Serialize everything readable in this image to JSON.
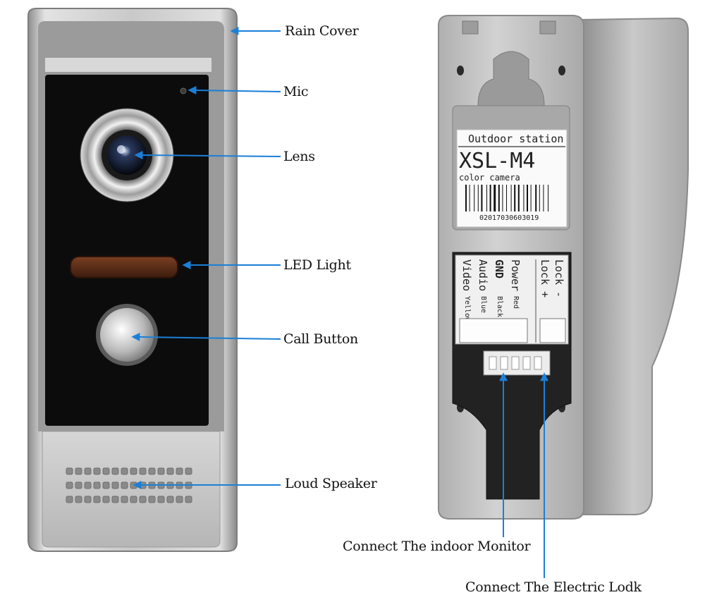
{
  "callouts": {
    "rain_cover": "Rain Cover",
    "mic": "Mic",
    "lens": "Lens",
    "led_light": "LED Light",
    "call_button": "Call Button",
    "loud_speaker": "Loud Speaker",
    "connect_indoor_monitor": "Connect The indoor Monitor",
    "connect_electric_lock": "Connect The Electric Lodk"
  },
  "rear_label": {
    "title": "Outdoor station",
    "model": "XSL-M4",
    "subtitle": "color camera",
    "serial": "02017030603019"
  },
  "terminals": {
    "names": [
      "Video",
      "Audio",
      "GND",
      "Power"
    ],
    "wire_colors": [
      "Yellow",
      "Blue",
      "Black",
      "Red"
    ],
    "lock_names": [
      "Lock +",
      "Lock -"
    ]
  },
  "colors": {
    "arrow": "#1b7fd8",
    "panel": "#0c0c0c",
    "silver": "#c4c4c4"
  }
}
